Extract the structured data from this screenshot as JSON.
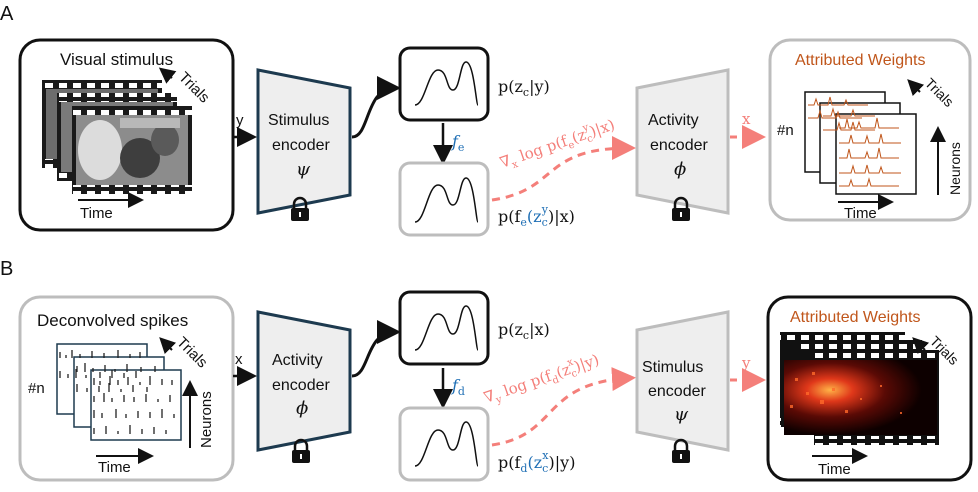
{
  "panels": {
    "a": {
      "label": "A",
      "stimulus_box_title": "Visual stimulus",
      "trials_label": "Trials",
      "time_label": "Time",
      "y_label": "y",
      "encoder_top": "Stimulus",
      "encoder_mid": "encoder",
      "encoder_sym": "ψ",
      "top_dist": "p(z",
      "top_dist_sub": "c",
      "top_dist_end": "|y)",
      "map_label": "f",
      "map_sub": "e",
      "bottom_dist": "p(f",
      "bottom_dist_sub": "e",
      "bottom_dist_z": "(z",
      "bottom_dist_zsub": "c",
      "bottom_dist_zsup": "y",
      "bottom_dist_end": ")|x)",
      "grad_text": "∇",
      "grad_sub": "x",
      "grad_rest": " log p(f",
      "grad_fsub": "e",
      "grad_z": "(z",
      "grad_zsub": "c",
      "grad_zsup": "y",
      "grad_end": ")|x)",
      "encoder2_top": "Activity",
      "encoder2_mid": "encoder",
      "encoder2_sym": "ϕ",
      "x_label": "x",
      "output_title": "Attributed Weights",
      "n_label": "#n",
      "neurons_label": "Neurons",
      "output_trials": "Trials",
      "output_time": "Time"
    },
    "b": {
      "label": "B",
      "input_title": "Deconvolved spikes",
      "trials_label": "Trials",
      "n_label": "#n",
      "neurons_label": "Neurons",
      "time_label": "Time",
      "x_label": "x",
      "encoder_top": "Activity",
      "encoder_mid": "encoder",
      "encoder_sym": "ϕ",
      "top_dist": "p(z",
      "top_dist_sub": "c",
      "top_dist_end": "|x)",
      "map_label": "f",
      "map_sub": "d",
      "bottom_dist": "p(f",
      "bottom_dist_sub": "d",
      "bottom_dist_z": "(z",
      "bottom_dist_zsub": "c",
      "bottom_dist_zsup": "x",
      "bottom_dist_end": ")|y)",
      "grad_text": "∇",
      "grad_sub": "y",
      "grad_rest": " log p(f",
      "grad_fsub": "d",
      "grad_z": "(z",
      "grad_zsub": "c",
      "grad_zsup": "x",
      "grad_end": ")|y)",
      "encoder2_top": "Stimulus",
      "encoder2_mid": "encoder",
      "encoder2_sym": "ψ",
      "y_label": "y",
      "output_title": "Attributed Weights",
      "output_trials": "Trials",
      "output_time": "Time"
    }
  },
  "colors": {
    "accent_orange": "#c0561b",
    "gradient_pink": "#f47f7a",
    "blue_math": "#1f6fb5",
    "encoder_fill": "#eeeeee",
    "encoder_stroke_dark": "#1d3a4f",
    "box_gray": "#bdbdbd"
  }
}
